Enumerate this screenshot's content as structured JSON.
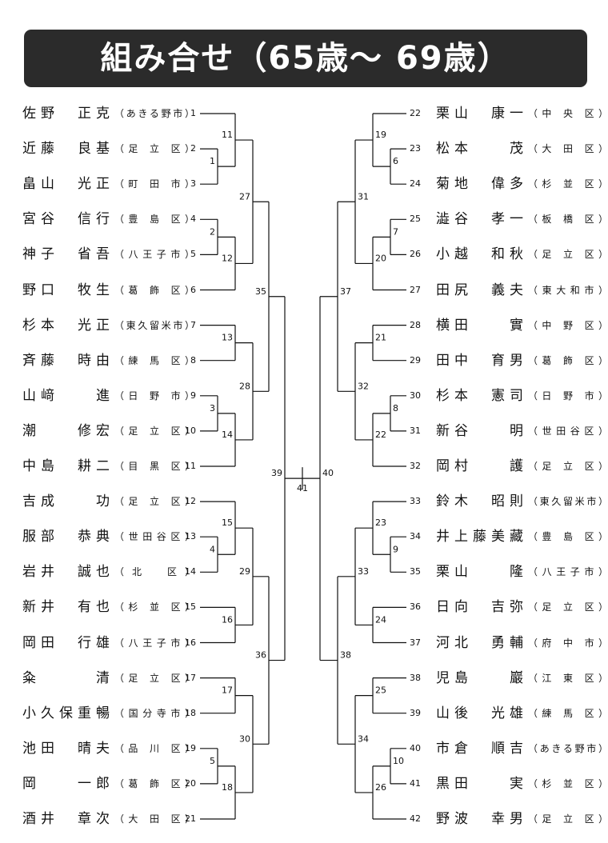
{
  "title": "組み合せ（65歳～ 69歳）",
  "left_players": [
    {
      "seed": "1",
      "name": "佐野　正克",
      "region": "（あきる野市）"
    },
    {
      "seed": "2",
      "name": "近藤　良基",
      "region": "（足 立 区）"
    },
    {
      "seed": "3",
      "name": "畠山　光正",
      "region": "（町 田 市）"
    },
    {
      "seed": "4",
      "name": "宮谷　信行",
      "region": "（豊 島 区）"
    },
    {
      "seed": "5",
      "name": "神子　省吾",
      "region": "（八王子市）"
    },
    {
      "seed": "6",
      "name": "野口　牧生",
      "region": "（葛 飾 区）"
    },
    {
      "seed": "7",
      "name": "杉本　光正",
      "region": "（東久留米市）"
    },
    {
      "seed": "8",
      "name": "斉藤　時由",
      "region": "（練 馬 区）"
    },
    {
      "seed": "9",
      "name": "山﨑　　進",
      "region": "（日 野 市）"
    },
    {
      "seed": "10",
      "name": "潮　　修宏",
      "region": "（足 立 区）"
    },
    {
      "seed": "11",
      "name": "中島　耕二",
      "region": "（目 黒 区）"
    },
    {
      "seed": "12",
      "name": "吉成　　功",
      "region": "（足 立 区）"
    },
    {
      "seed": "13",
      "name": "服部　恭典",
      "region": "（世田谷区）"
    },
    {
      "seed": "14",
      "name": "岩井　誠也",
      "region": "（北　区）"
    },
    {
      "seed": "15",
      "name": "新井　有也",
      "region": "（杉 並 区）"
    },
    {
      "seed": "16",
      "name": "岡田　行雄",
      "region": "（八王子市）"
    },
    {
      "seed": "17",
      "name": "粂　　　清",
      "region": "（足 立 区）"
    },
    {
      "seed": "18",
      "name": "小久保重暢",
      "region": "（国分寺市）"
    },
    {
      "seed": "19",
      "name": "池田　晴夫",
      "region": "（品 川 区）"
    },
    {
      "seed": "20",
      "name": "岡　　一郎",
      "region": "（葛 飾 区）"
    },
    {
      "seed": "21",
      "name": "酒井　章次",
      "region": "（大 田 区）"
    }
  ],
  "right_players": [
    {
      "seed": "22",
      "name": "栗山　康一",
      "region": "（中 央 区）"
    },
    {
      "seed": "23",
      "name": "松本　　茂",
      "region": "（大 田 区）"
    },
    {
      "seed": "24",
      "name": "菊地　偉多",
      "region": "（杉 並 区）"
    },
    {
      "seed": "25",
      "name": "澁谷　孝一",
      "region": "（板 橋 区）"
    },
    {
      "seed": "26",
      "name": "小越　和秋",
      "region": "（足 立 区）"
    },
    {
      "seed": "27",
      "name": "田尻　義夫",
      "region": "（東大和市）"
    },
    {
      "seed": "28",
      "name": "横田　　實",
      "region": "（中 野 区）"
    },
    {
      "seed": "29",
      "name": "田中　育男",
      "region": "（葛 飾 区）"
    },
    {
      "seed": "30",
      "name": "杉本　憲司",
      "region": "（日 野 市）"
    },
    {
      "seed": "31",
      "name": "新谷　　明",
      "region": "（世田谷区）"
    },
    {
      "seed": "32",
      "name": "岡村　　護",
      "region": "（足 立 区）"
    },
    {
      "seed": "33",
      "name": "鈴木　昭則",
      "region": "（東久留米市）"
    },
    {
      "seed": "34",
      "name": "井上藤美藏",
      "region": "（豊 島 区）"
    },
    {
      "seed": "35",
      "name": "栗山　　隆",
      "region": "（八王子市）"
    },
    {
      "seed": "36",
      "name": "日向　吉弥",
      "region": "（足 立 区）"
    },
    {
      "seed": "37",
      "name": "河北　勇輔",
      "region": "（府 中 市）"
    },
    {
      "seed": "38",
      "name": "児島　　巖",
      "region": "（江 東 区）"
    },
    {
      "seed": "39",
      "name": "山後　光雄",
      "region": "（練 馬 区）"
    },
    {
      "seed": "40",
      "name": "市倉　順吉",
      "region": "（あきる野市）"
    },
    {
      "seed": "41",
      "name": "黒田　　実",
      "region": "（杉 並 区）"
    },
    {
      "seed": "42",
      "name": "野波　幸男",
      "region": "（足 立 区）"
    }
  ],
  "matches": {
    "m1": "1",
    "m2": "2",
    "m3": "3",
    "m4": "4",
    "m5": "5",
    "m6": "6",
    "m7": "7",
    "m8": "8",
    "m9": "9",
    "m10": "10",
    "m11": "11",
    "m12": "12",
    "m13": "13",
    "m14": "14",
    "m15": "15",
    "m16": "16",
    "m17": "17",
    "m18": "18",
    "m19": "19",
    "m20": "20",
    "m21": "21",
    "m22": "22",
    "m23": "23",
    "m24": "24",
    "m25": "25",
    "m26": "26",
    "m27": "27",
    "m28": "28",
    "m29": "29",
    "m30": "30",
    "m31": "31",
    "m32": "32",
    "m33": "33",
    "m34": "34",
    "m35": "35",
    "m36": "36",
    "m37": "37",
    "m38": "38",
    "m39": "39",
    "m40": "40",
    "m41": "41"
  },
  "colors": {
    "banner": "#2b2b2b",
    "line": "#111111"
  }
}
